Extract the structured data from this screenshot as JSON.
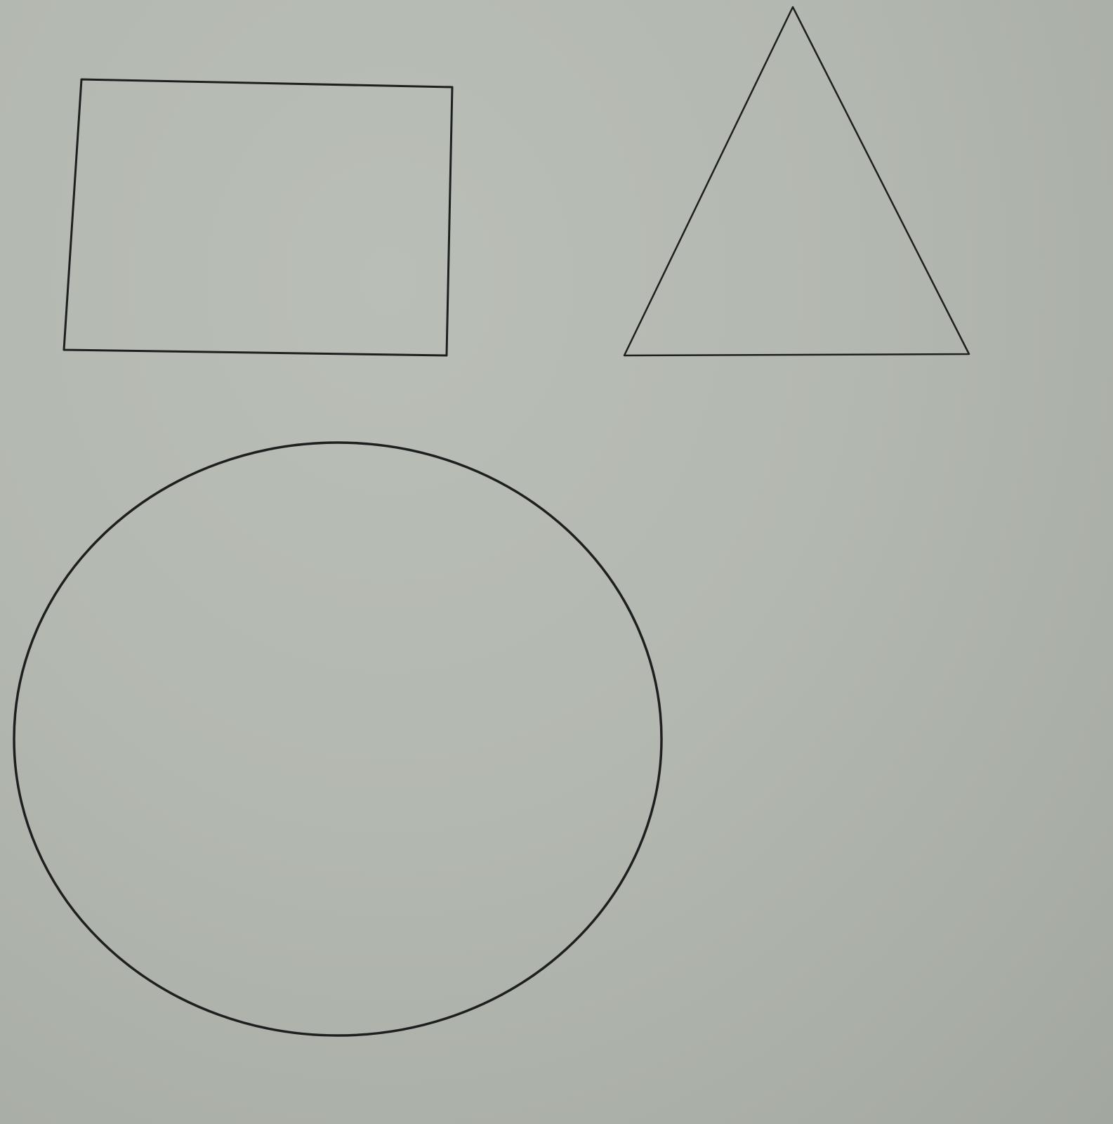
{
  "drawing": {
    "shapes": [
      {
        "name": "rectangle-shape",
        "kind": "rectangle"
      },
      {
        "name": "triangle-shape",
        "kind": "triangle"
      },
      {
        "name": "circle-shape",
        "kind": "circle"
      }
    ],
    "colors": {
      "paper": "#b3b8b0",
      "ink": "#1f1f1f"
    }
  }
}
